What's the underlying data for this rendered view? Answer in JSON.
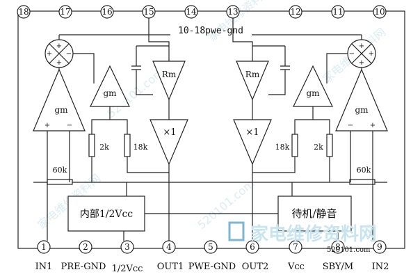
{
  "diagram": {
    "top_pins": [
      "18",
      "17",
      "16",
      "15",
      "14",
      "13",
      "12",
      "11",
      "10"
    ],
    "bottom_pins": [
      "1",
      "2",
      "3",
      "4",
      "5",
      "6",
      "7",
      "8",
      "9"
    ],
    "bottom_labels": [
      "IN1",
      "PRE-GND",
      "1/2Vcc",
      "OUT1",
      "PWE-GND",
      "OUT2",
      "Vcc",
      "SBY/M",
      "IN2"
    ],
    "bus_label": "10-18pwe-gnd",
    "gm_label": "gm",
    "rm_label": "Rm",
    "x1_label": "×1",
    "r2k": "2k",
    "r18k": "18k",
    "r60k": "60k",
    "plus": "+",
    "minus": "−",
    "vcc_box": "内部1/2Vcc",
    "standby_box": "待机/静音",
    "watermark_cn": "家电维修资料网",
    "watermark_url": "520101.com"
  }
}
